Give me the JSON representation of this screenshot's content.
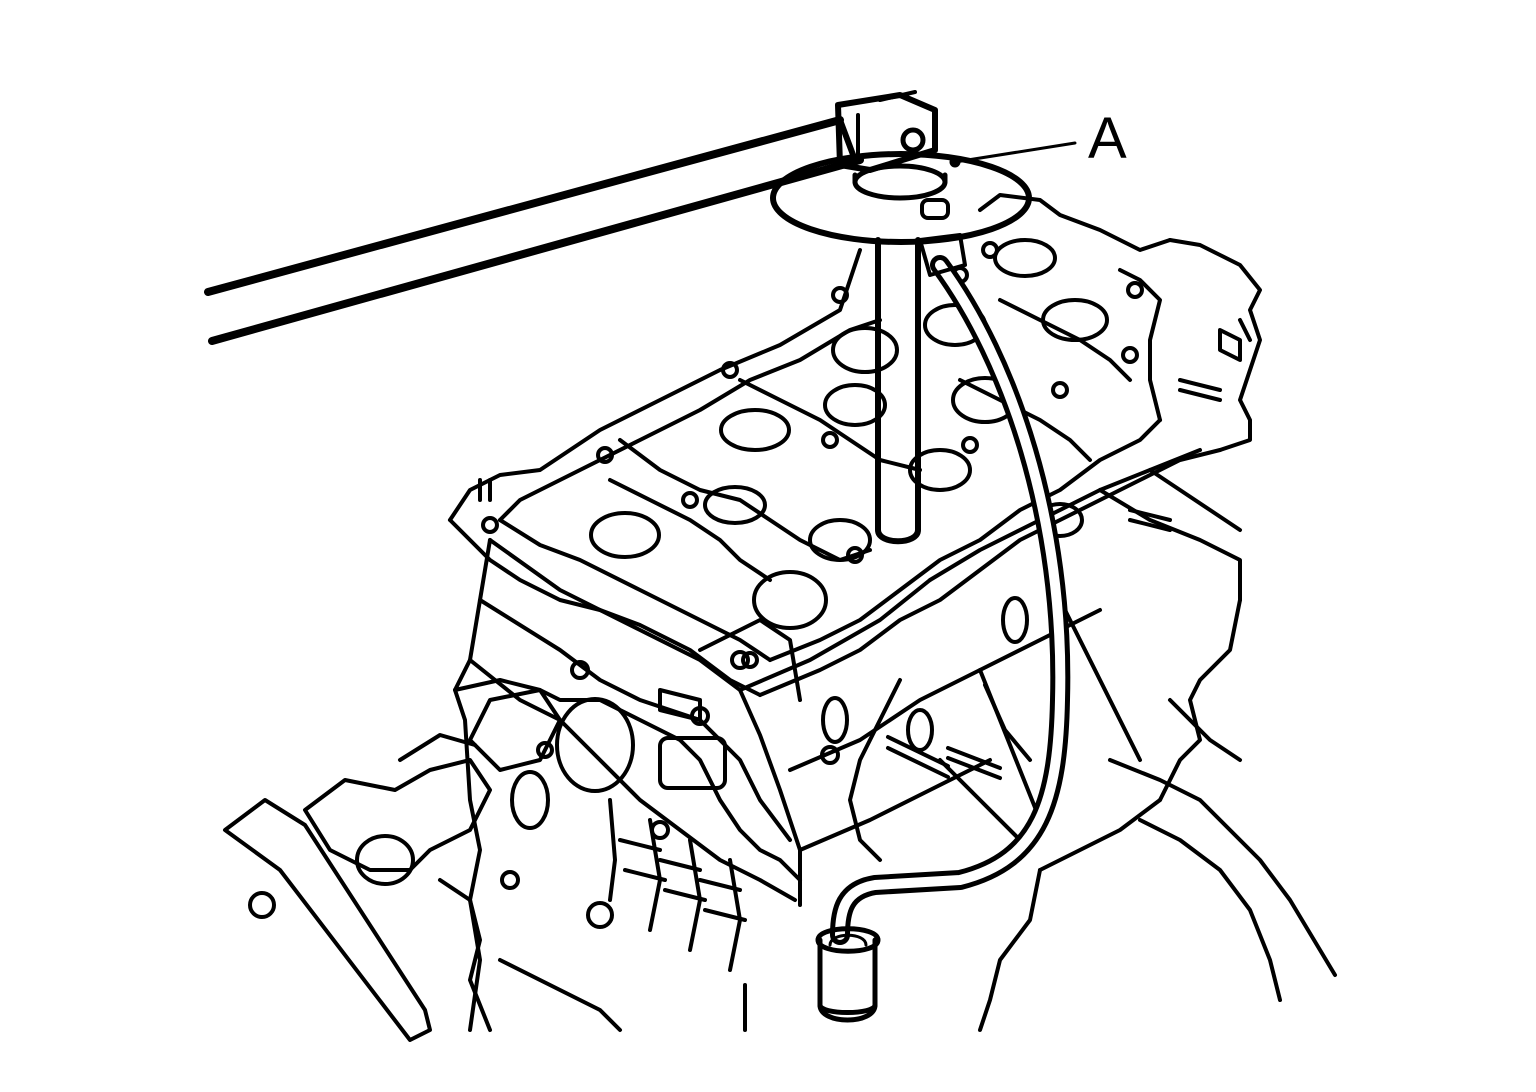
{
  "diagram": {
    "callouts": [
      {
        "id": "a",
        "label": "A",
        "target": "compressor-gauge-adapter"
      }
    ],
    "colors": {
      "line": "#000000",
      "background": "#ffffff"
    }
  }
}
